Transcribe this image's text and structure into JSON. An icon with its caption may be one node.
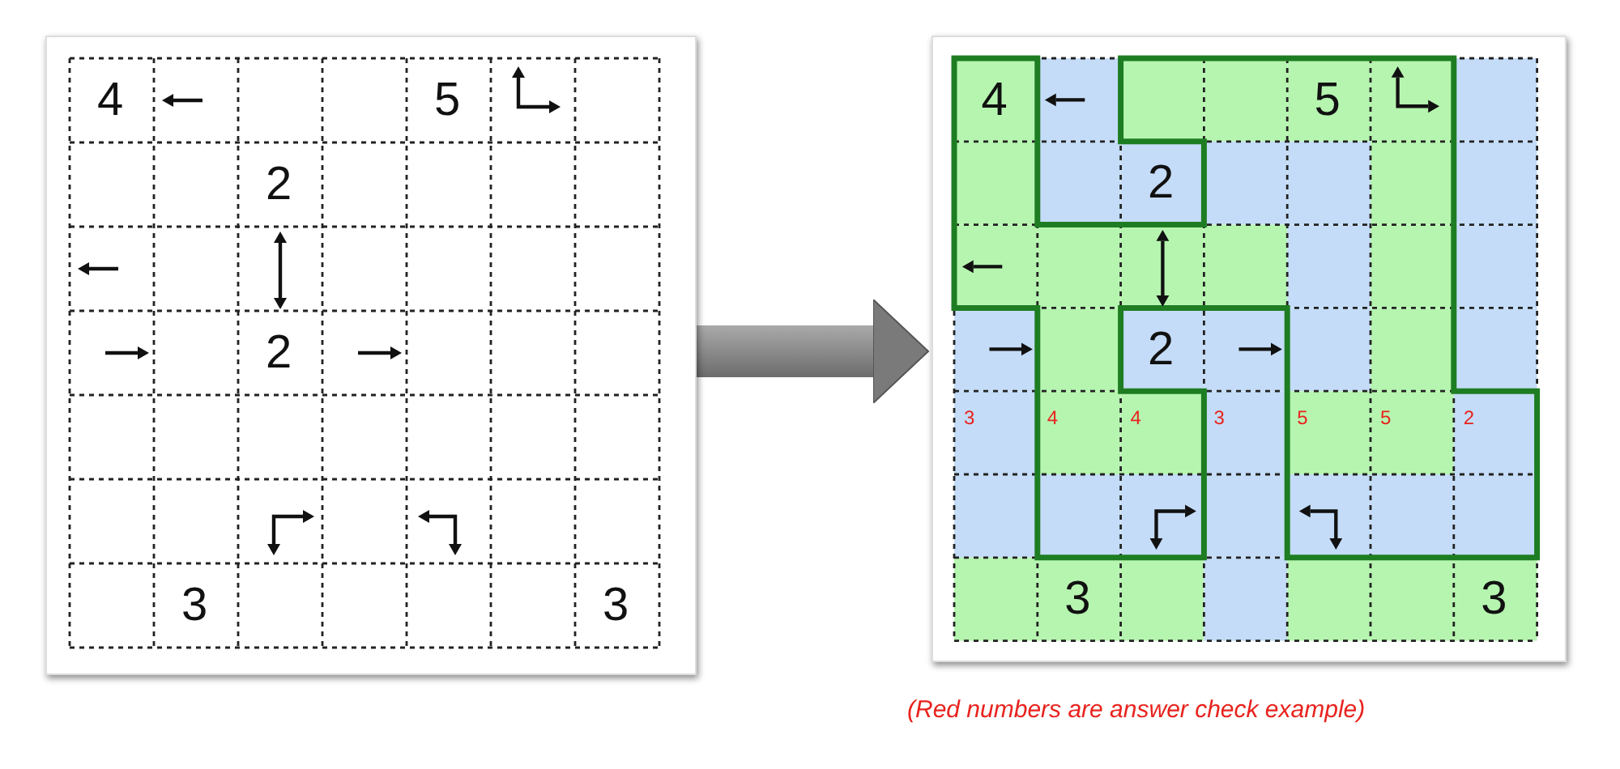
{
  "diagram": {
    "caption": "(Red numbers are answer check example)",
    "nodes": [
      {
        "text": [
          "4",
          "5",
          "2",
          "2",
          "3",
          "3"
        ]
      },
      {
        "text": [
          "4",
          "5",
          "2",
          "2",
          "3",
          "4",
          "4",
          "3",
          "5",
          "5",
          "2",
          "3",
          "3"
        ]
      }
    ],
    "edges": [
      {
        "from": 0,
        "to": 1,
        "arrow": "to"
      }
    ]
  }
}
